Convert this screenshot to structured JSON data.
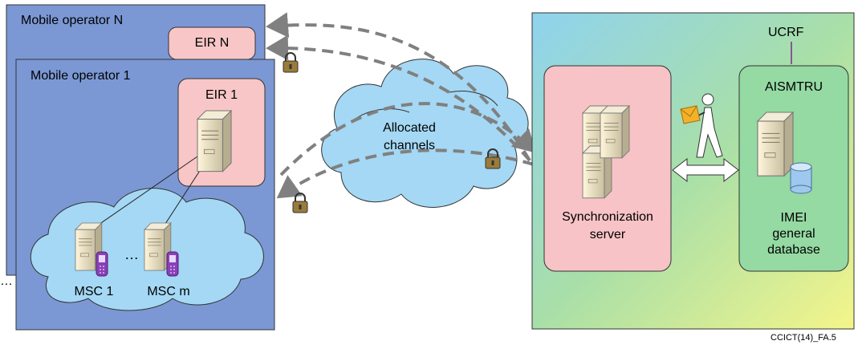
{
  "operator_n": {
    "title": "Mobile operator N",
    "eir_label": "EIR N"
  },
  "operator_1": {
    "title": "Mobile operator 1",
    "eir_label": "EIR 1",
    "msc_first": "MSC 1",
    "msc_last": "MSC m",
    "msc_ellipsis": "…"
  },
  "stack_ellipsis": "…",
  "cloud": {
    "line1": "Allocated",
    "line2": "channels"
  },
  "ucrf": {
    "title": "UCRF",
    "sync_line1": "Synchronization",
    "sync_line2": "server",
    "aismtru_title": "AISMTRU",
    "db_line1": "IMEI",
    "db_line2": "general",
    "db_line3": "database"
  },
  "figure_id": "CCICT(14)_FA.5",
  "colors": {
    "operator_fill": "#7b98d4",
    "eir_fill": "#f8c6c6",
    "cloud_fill": "#a4d8f4",
    "sync_fill": "#f7c3c6",
    "aismtru_fill": "#95d9a3",
    "arrow_gray": "#808080"
  },
  "icons": [
    "server-icon",
    "mobile-phone-icon",
    "padlock-icon",
    "walking-person-icon",
    "envelope-icon",
    "database-cylinder-icon"
  ]
}
